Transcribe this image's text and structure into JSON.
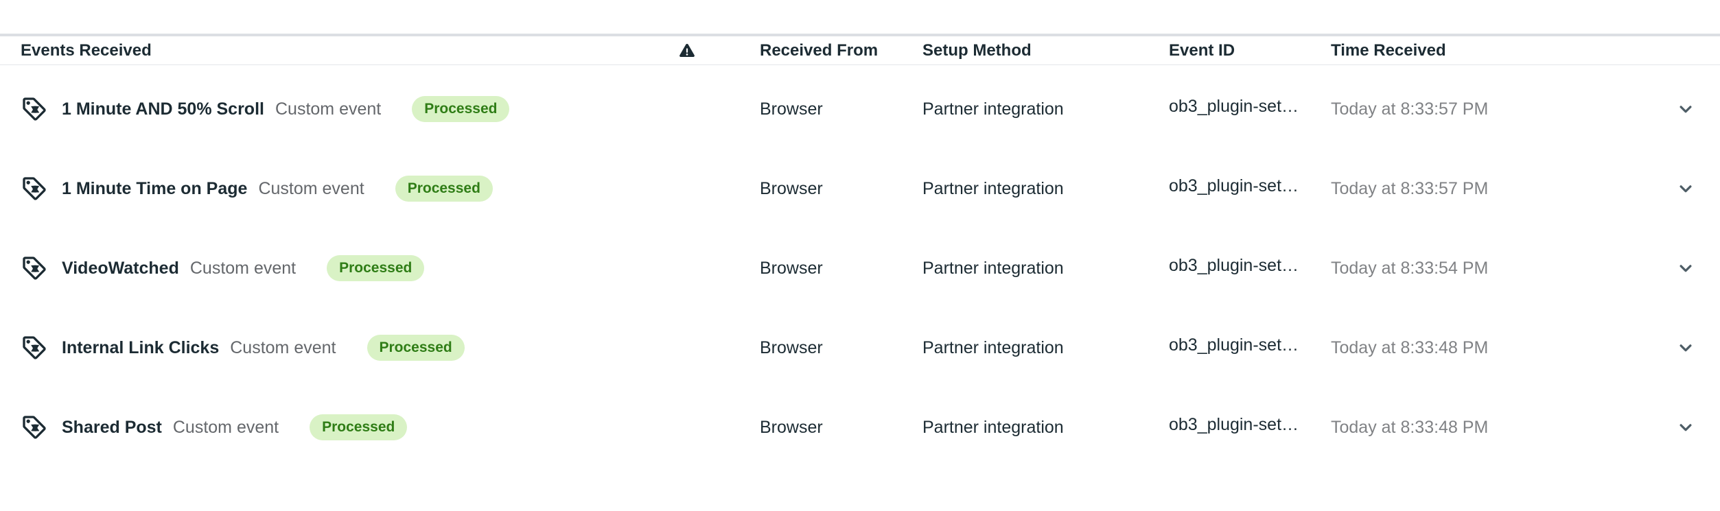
{
  "table": {
    "header": {
      "events_received": "Events Received",
      "received_from": "Received From",
      "setup_method": "Setup Method",
      "event_id": "Event ID",
      "time_received": "Time Received"
    },
    "rows": [
      {
        "name": "1 Minute AND 50% Scroll",
        "type": "Custom event",
        "status": "Processed",
        "received_from": "Browser",
        "setup_method": "Partner integration",
        "event_id": "ob3_plugin-set…",
        "time_received": "Today at 8:33:57 PM"
      },
      {
        "name": "1 Minute Time on Page",
        "type": "Custom event",
        "status": "Processed",
        "received_from": "Browser",
        "setup_method": "Partner integration",
        "event_id": "ob3_plugin-set…",
        "time_received": "Today at 8:33:57 PM"
      },
      {
        "name": "VideoWatched",
        "type": "Custom event",
        "status": "Processed",
        "received_from": "Browser",
        "setup_method": "Partner integration",
        "event_id": "ob3_plugin-set…",
        "time_received": "Today at 8:33:54 PM"
      },
      {
        "name": "Internal Link Clicks",
        "type": "Custom event",
        "status": "Processed",
        "received_from": "Browser",
        "setup_method": "Partner integration",
        "event_id": "ob3_plugin-set…",
        "time_received": "Today at 8:33:48 PM"
      },
      {
        "name": "Shared Post",
        "type": "Custom event",
        "status": "Processed",
        "received_from": "Browser",
        "setup_method": "Partner integration",
        "event_id": "ob3_plugin-set…",
        "time_received": "Today at 8:33:48 PM"
      }
    ]
  },
  "icons": {
    "row_icon": "tag-star-icon",
    "header_alert": "warning-icon",
    "row_expand": "chevron-down-icon"
  },
  "colors": {
    "text_dark": "#1c2b33",
    "text_gray": "#64676b",
    "time_gray": "#808285",
    "badge_bg": "#d9f2c5",
    "badge_text": "#2f7d16",
    "border_top": "#dcdfe3",
    "border_bottom": "#e4e6ea",
    "chevron": "#4e5d66"
  }
}
